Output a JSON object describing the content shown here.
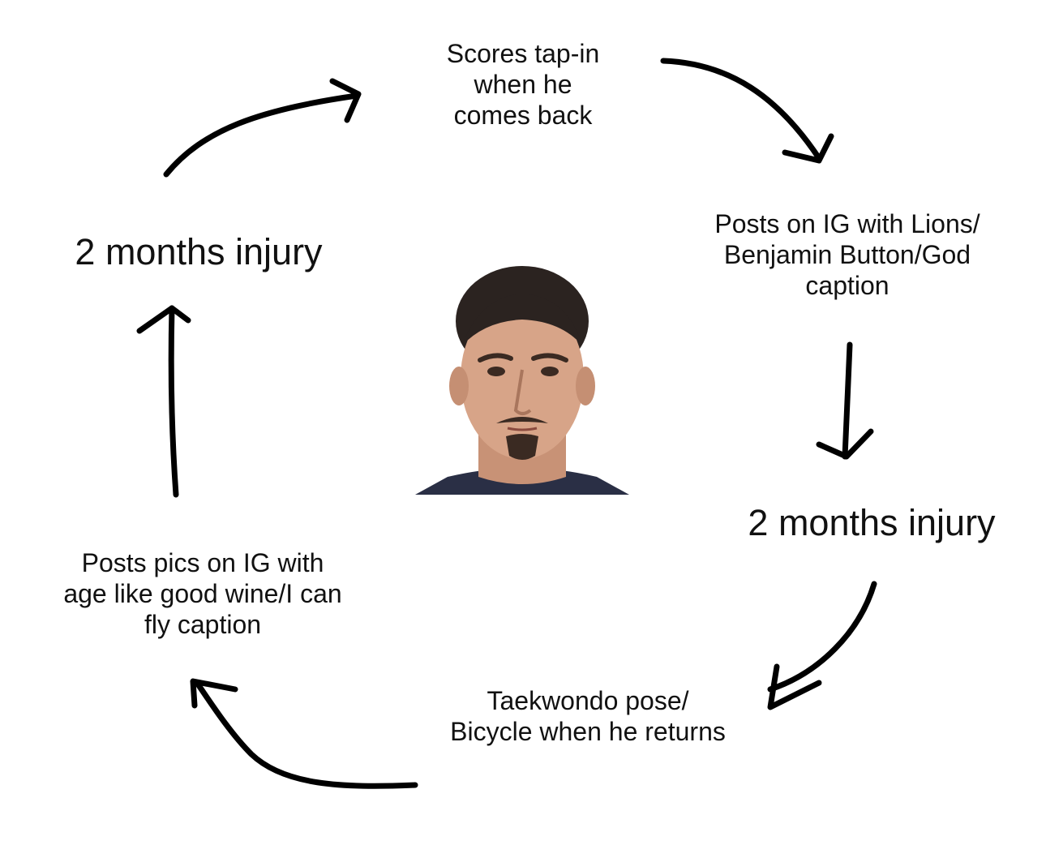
{
  "cycle": {
    "steps": [
      "Scores tap-in\nwhen he\ncomes back",
      "Posts on IG with Lions/\nBenjamin Button/God\ncaption",
      "2 months injury",
      "Taekwondo pose/\nBicycle when he returns",
      "Posts pics on IG with\nage like good wine/I can\nfly caption",
      "2 months injury"
    ]
  },
  "center": {
    "icon": "player-portrait"
  }
}
